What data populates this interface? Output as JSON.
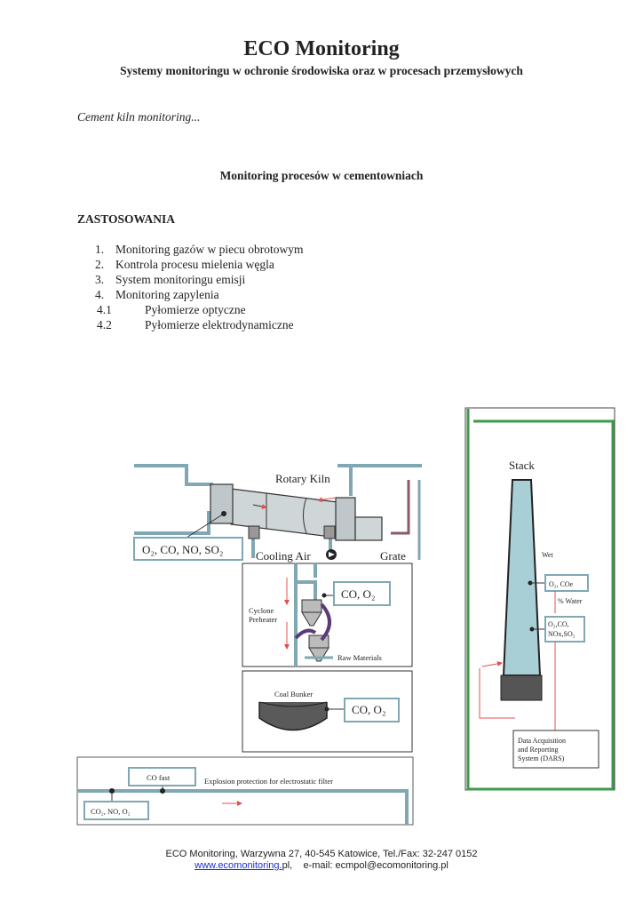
{
  "header": {
    "title": "ECO  Monitoring",
    "subtitle": "Systemy monitoringu w ochronie środowiska oraz w procesach przemysłowych"
  },
  "intro": "Cement kiln monitoring...",
  "section_title": "Monitoring procesów w cementowniach",
  "applications": {
    "heading": "ZASTOSOWANIA",
    "items": [
      {
        "num": "1.",
        "label": "Monitoring gazów w piecu obrotowym"
      },
      {
        "num": "2.",
        "label": "Kontrola procesu mielenia węgla"
      },
      {
        "num": "3.",
        "label": "System monitoringu emisji"
      },
      {
        "num": "4.",
        "label": "Monitoring zapylenia"
      }
    ],
    "subitems": [
      {
        "num": "4.1",
        "label": "Pyłomierze optyczne"
      },
      {
        "num": "4.2",
        "label": "Pyłomierze elektrodynamiczne"
      }
    ]
  },
  "diagram": {
    "kiln": {
      "rotary_kiln": "Rotary Kiln",
      "gases": "O₂, CO, NO, SO₂",
      "cooling_air": "Cooling Air",
      "grate": "Grate"
    },
    "preheater": {
      "gases": "CO, O₂",
      "cyclone_line1": "Cyclone",
      "cyclone_line2": "Preheater",
      "raw_materials": "Raw Materials"
    },
    "coal": {
      "bunker": "Coal Bunker",
      "gases": "CO, O₂"
    },
    "filter": {
      "co_fast": "CO fast",
      "explosion": "Explosion protection for electrostatic filter",
      "gases": "CO₂, NO, O₂"
    },
    "stack": {
      "title": "Stack",
      "wet": "Wet",
      "gases1": "O₂, COe",
      "water": "% Water",
      "gases2_line1": "O₂,CO,",
      "gases2_line2": "NOx,SO₂",
      "dars_line1": "Data Acquisition",
      "dars_line2": "and Reporting",
      "dars_line3": "System (DARS)"
    },
    "colors": {
      "pipe": "#7fa8b4",
      "green": "#3f9a4a",
      "arrow_red": "#e05050",
      "stack_fill": "#a9cfd6"
    }
  },
  "footer": {
    "address": "ECO Monitoring, Warzywna 27, 40-545 Katowice, Tel./Fax: 32-247 0152",
    "website": "www.ecomonitoring.",
    "website_tail": "pl,",
    "email": "e-mail: ecmpol@ecomonitoring.pl"
  }
}
